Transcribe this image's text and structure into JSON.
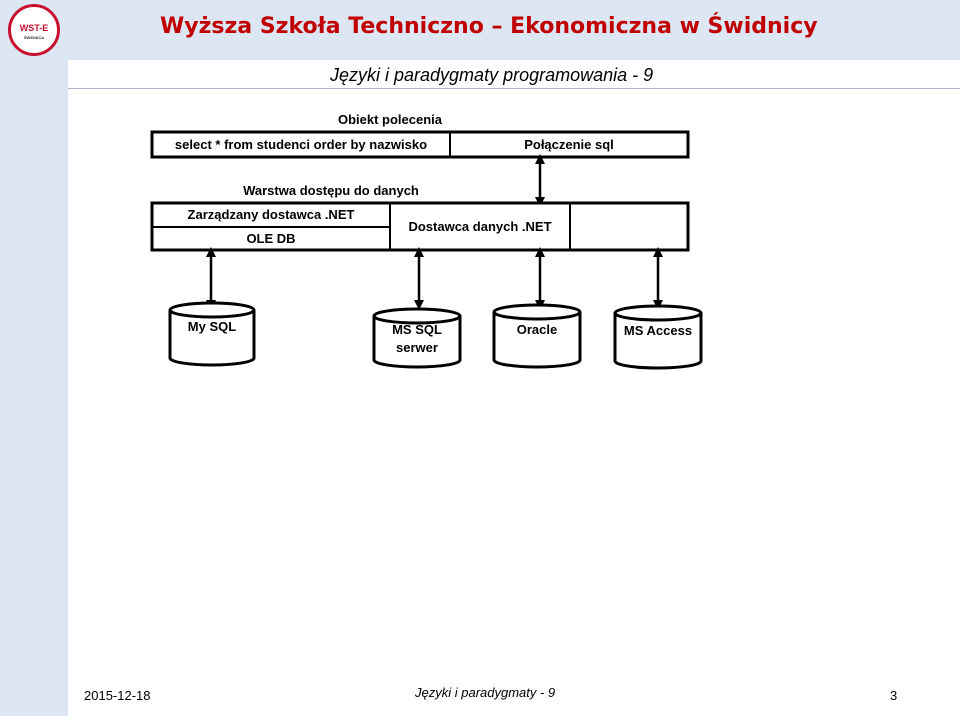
{
  "header": {
    "logo_text": "WST-E",
    "logo_subtext": "ŚWIDNICA",
    "school_title": "Wyższa Szkoła Techniczno – Ekonomiczna w Świdnicy",
    "subtitle": "Języki i paradygmaty programowania - 9"
  },
  "diagram": {
    "command_object_label": "Obiekt polecenia",
    "query_text": "select * from studenci order by nazwisko",
    "connection_label": "Połączenie sql",
    "data_access_layer_label": "Warstwa dostępu do danych",
    "managed_provider_label": "Zarządzany dostawca .NET",
    "oledb_label": "OLE DB",
    "data_provider_label": "Dostawca danych .NET",
    "databases": [
      {
        "line1": "My SQL",
        "line2": ""
      },
      {
        "line1": "MS SQL",
        "line2": "serwer"
      },
      {
        "line1": "Oracle",
        "line2": ""
      },
      {
        "line1": "MS Access",
        "line2": ""
      }
    ]
  },
  "footer": {
    "date": "2015-12-18",
    "title": "Języki i paradygmaty - 9",
    "page_number": "3"
  }
}
